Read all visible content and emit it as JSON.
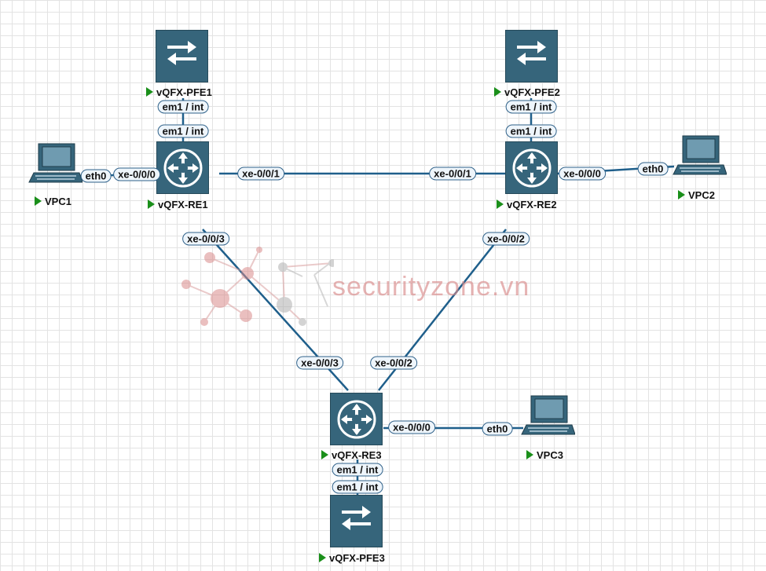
{
  "watermark": {
    "text": "securityzone.vn"
  },
  "devices": {
    "pfe1": "vQFX-PFE1",
    "pfe2": "vQFX-PFE2",
    "pfe3": "vQFX-PFE3",
    "re1": "vQFX-RE1",
    "re2": "vQFX-RE2",
    "re3": "vQFX-RE3",
    "vpc1": "VPC1",
    "vpc2": "VPC2",
    "vpc3": "VPC3"
  },
  "ports": {
    "pfe1_em1": "em1 / int",
    "re1_em1": "em1 / int",
    "pfe2_em1": "em1 / int",
    "re2_em1": "em1 / int",
    "re3_em1": "em1 / int",
    "pfe3_em1": "em1 / int",
    "vpc1_eth0": "eth0",
    "re1_xe000": "xe-0/0/0",
    "re1_xe001": "xe-0/0/1",
    "re2_xe001": "xe-0/0/1",
    "re2_xe000": "xe-0/0/0",
    "vpc2_eth0": "eth0",
    "re1_xe003": "xe-0/0/3",
    "re2_xe002": "xe-0/0/2",
    "re3_xe003": "xe-0/0/3",
    "re3_xe002": "xe-0/0/2",
    "re3_xe000": "xe-0/0/0",
    "vpc3_eth0": "eth0"
  },
  "colors": {
    "link": "#1f5f8b",
    "device": "#36657b",
    "status": "#1a8f1a"
  }
}
